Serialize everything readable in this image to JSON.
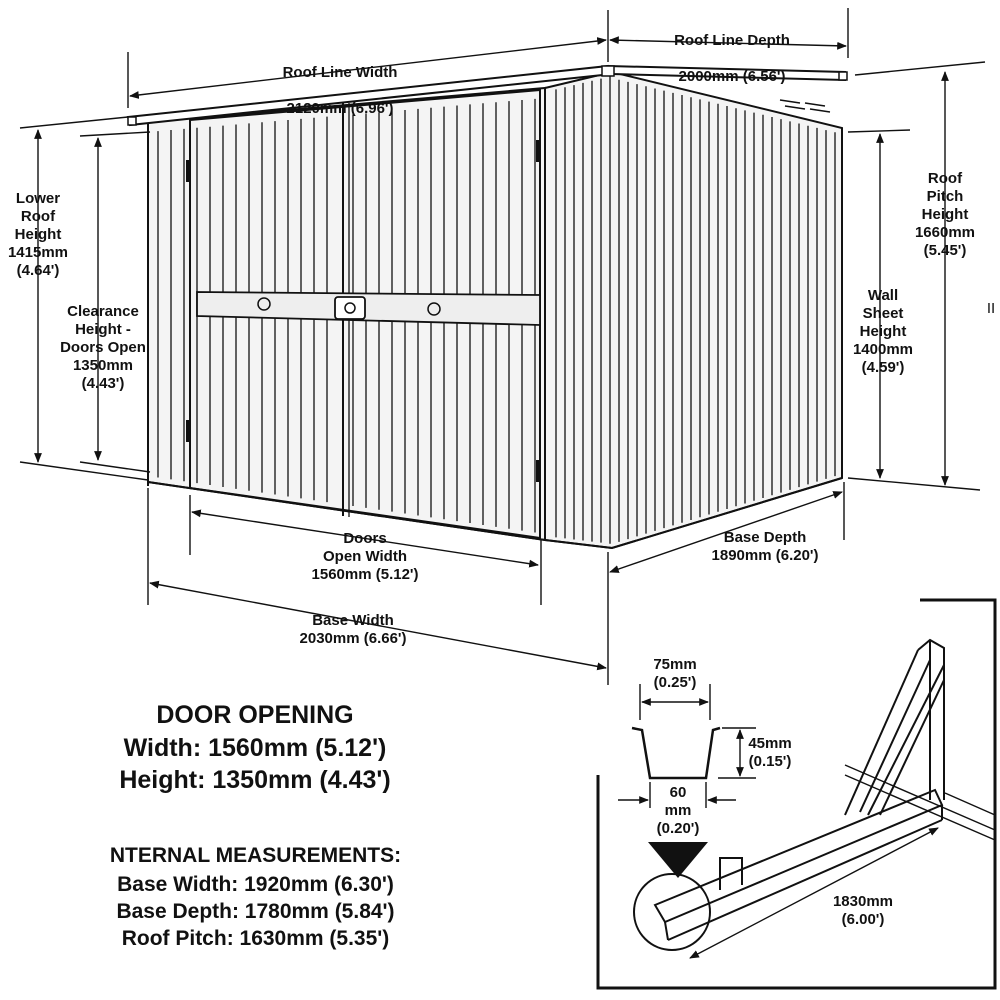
{
  "colors": {
    "ink": "#111111",
    "paper": "#ffffff",
    "panel": "#f4f4f4"
  },
  "dimensions": {
    "roof_line_width": {
      "label": "Roof Line Width",
      "value": "2120mm (6.96')"
    },
    "roof_line_depth": {
      "label": "Roof Line Depth",
      "value": "2000mm (6.56')"
    },
    "lower_roof_height": {
      "label": "Lower\nRoof\nHeight\n1415mm\n(4.64')"
    },
    "clearance_height": {
      "label": "Clearance\nHeight -\nDoors Open\n1350mm\n(4.43')"
    },
    "roof_pitch_height": {
      "label": "Roof\nPitch\nHeight\n1660mm\n(5.45')"
    },
    "wall_sheet_height": {
      "label": "Wall\nSheet\nHeight\n1400mm\n(4.59')"
    },
    "doors_open_width": {
      "label": "Doors\nOpen Width\n1560mm (5.12')"
    },
    "base_width": {
      "label": "Base Width\n2030mm (6.66')"
    },
    "base_depth": {
      "label": "Base Depth\n1890mm (6.20')"
    }
  },
  "door_opening": {
    "heading": "DOOR OPENING",
    "width": "Width: 1560mm (5.12')",
    "height": "Height: 1350mm (4.43')"
  },
  "internal": {
    "heading": "NTERNAL MEASUREMENTS:",
    "base_width": "Base Width: 1920mm (6.30')",
    "base_depth": "Base Depth: 1780mm (5.84')",
    "roof_pitch": "Roof Pitch: 1630mm (5.35')"
  },
  "gutter": {
    "top_width": "75mm\n(0.25')",
    "depth": "45mm\n(0.15')",
    "bottom_width": "60\nmm\n(0.20')",
    "length": "1830mm\n(6.00')"
  },
  "edge_mark": "II"
}
